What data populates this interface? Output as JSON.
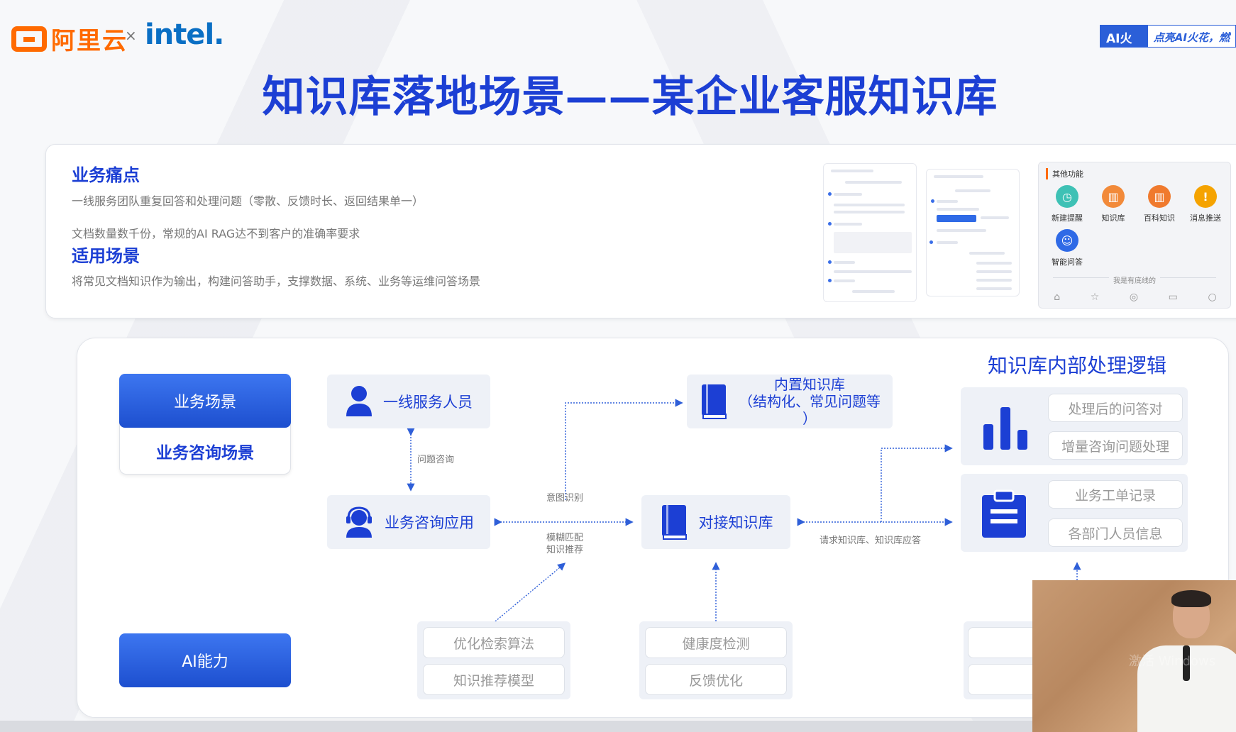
{
  "header": {
    "aliyun_logo": "阿里云",
    "separator": "×",
    "intel_logo": "intel.",
    "badge_left": "AI火花会",
    "badge_right": "点亮AI火花，燃"
  },
  "title": "知识库落地场景——某企业客服知识库",
  "top_card": {
    "pain_heading": "业务痛点",
    "pain_line1": "一线服务团队重复回答和处理问题（零散、反馈时长、返回结果单一）",
    "pain_line2": "文档数量数千份，常规的AI RAG达不到客户的准确率要求",
    "scene_heading": "适用场景",
    "scene_line": "将常见文档知识作为输出，构建问答助手，支撑数据、系统、业务等运维问答场景",
    "features_panel": {
      "title": "其他功能",
      "items": [
        {
          "label": "新建提醒",
          "color": "#3ec1b5",
          "icon": "clock-icon"
        },
        {
          "label": "知识库",
          "color": "#f28a3a",
          "icon": "books-icon"
        },
        {
          "label": "百科知识",
          "color": "#f07a2e",
          "icon": "books-icon"
        },
        {
          "label": "消息推送",
          "color": "#f5a300",
          "icon": "alert-icon"
        },
        {
          "label": "智能问答",
          "color": "#2f6ae6",
          "icon": "robot-icon"
        }
      ],
      "footer": "我是有底线的"
    }
  },
  "diagram": {
    "scene_button": "业务场景",
    "scene_value": "业务咨询场景",
    "ai_button": "AI能力",
    "node_staff": "一线服务人员",
    "node_app": "业务咨询应用",
    "node_builtin_kb": "内置知识库\n（结构化、常见问题等\n）",
    "node_connect_kb": "对接知识库",
    "label_question": "问题咨询",
    "label_intent": "意图识别",
    "label_fuzzy": "模糊匹配\n知识推荐",
    "label_request": "请求知识库、知识库应答",
    "right_title": "知识库内部处理逻辑",
    "right_group1": [
      "处理后的问答对",
      "增量咨询问题处理"
    ],
    "right_group2": [
      "业务工单记录",
      "各部门人员信息"
    ],
    "ai_group1": [
      "优化检索算法",
      "知识推荐模型"
    ],
    "ai_group2": [
      "健康度检测",
      "反馈优化"
    ]
  },
  "video_overlay": {
    "watermark": "激活 Windows"
  },
  "colors": {
    "brand_blue": "#1c3fd4",
    "aliyun_orange": "#ff6a00",
    "intel_blue": "#0a6fc4"
  }
}
